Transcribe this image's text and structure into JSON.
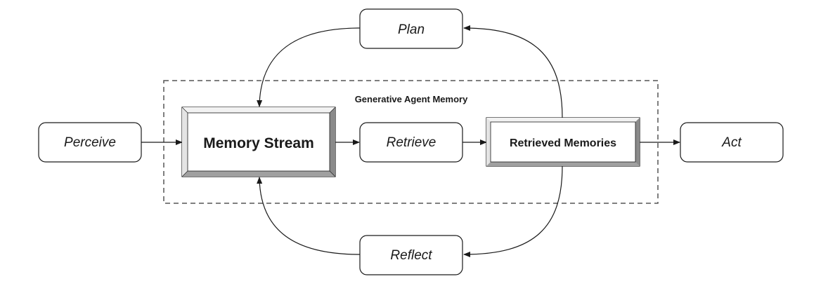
{
  "diagram": {
    "group_label": "Generative Agent Memory",
    "nodes": {
      "perceive": "Perceive",
      "memory_stream": "Memory Stream",
      "retrieve": "Retrieve",
      "retrieved_memories": "Retrieved Memories",
      "act": "Act",
      "plan": "Plan",
      "reflect": "Reflect"
    }
  },
  "colors": {
    "stroke": "#1a1a1a",
    "bevel_light": "#f2f2f2",
    "bevel_mid": "#c8c8c8",
    "bevel_dark": "#8a8a8a",
    "dashed_border": "#555555"
  }
}
